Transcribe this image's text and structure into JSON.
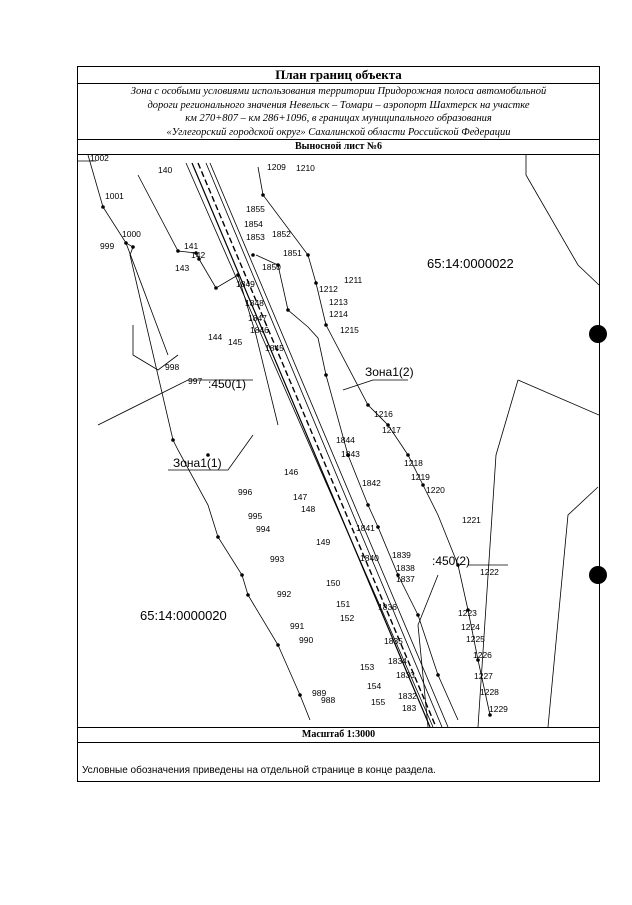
{
  "header": {
    "title": "План границ объекта",
    "subtitle_lines": [
      "Зона с особыми условиями использования территории Придорожная полоса автомобильной",
      "дороги регионального значения Невельск – Томари – аэропорт Шахтерск на участке",
      "км 270+807 – км 286+1096, в границах муниципального образования",
      "«Углегорский городской округ» Сахалинской области Российской Федерации"
    ],
    "sheet": "Выносной лист №6"
  },
  "map": {
    "parcels": [
      "65:14:0000022",
      "65:14:0000020"
    ],
    "zones": [
      "Зона1(2)",
      "Зона1(1)"
    ],
    "sub_parcels": [
      ":450(1)",
      ":450(2)"
    ]
  },
  "footer": {
    "scale": "Масштаб 1:3000",
    "legend": "Условные обозначения приведены на отдельной странице в конце раздела."
  }
}
